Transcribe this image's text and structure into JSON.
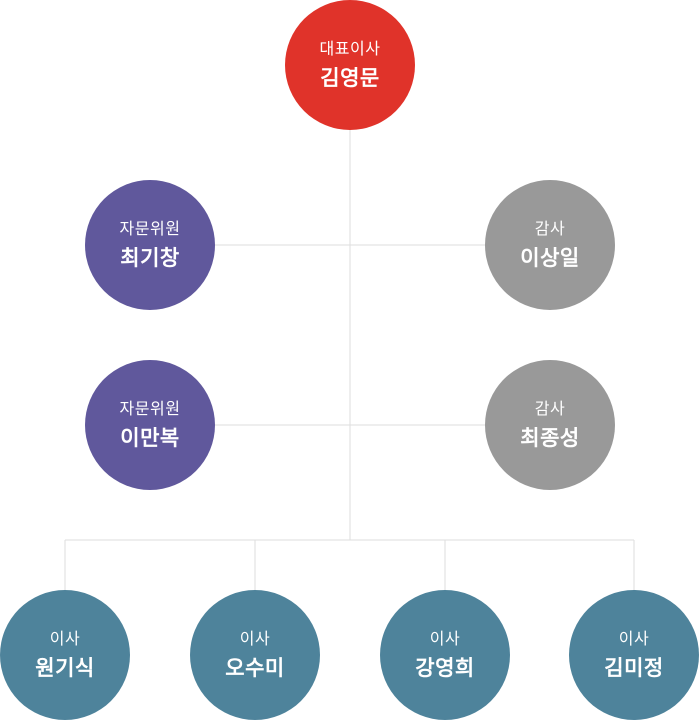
{
  "colors": {
    "ceo": "#e0332a",
    "advisor": "#60589c",
    "auditor": "#999999",
    "director": "#4e839b",
    "line": "#dddddd"
  },
  "ceo": {
    "role": "대표이사",
    "name": "김영문"
  },
  "advisors": [
    {
      "role": "자문위원",
      "name": "최기창"
    },
    {
      "role": "자문위원",
      "name": "이만복"
    }
  ],
  "auditors": [
    {
      "role": "감사",
      "name": "이상일"
    },
    {
      "role": "감사",
      "name": "최종성"
    }
  ],
  "directors": [
    {
      "role": "이사",
      "name": "원기식"
    },
    {
      "role": "이사",
      "name": "오수미"
    },
    {
      "role": "이사",
      "name": "강영희"
    },
    {
      "role": "이사",
      "name": "김미정"
    }
  ]
}
